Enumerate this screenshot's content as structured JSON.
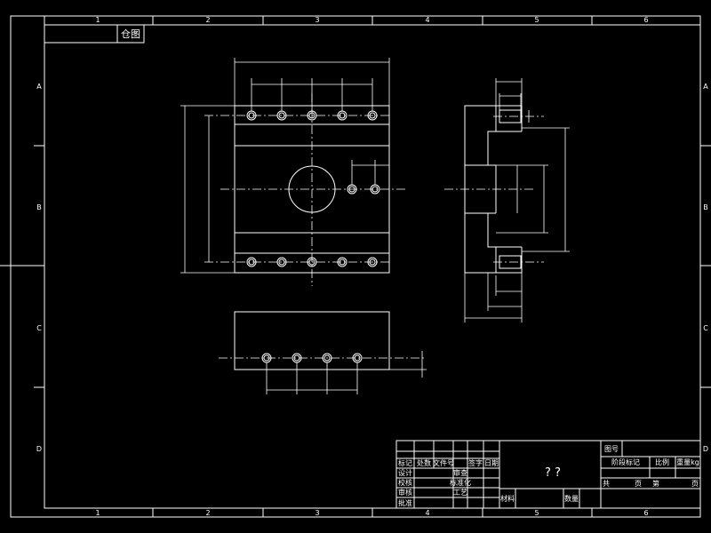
{
  "drawing": {
    "stamp_label": "仓图",
    "border_columns": [
      "1",
      "2",
      "3",
      "4",
      "5",
      "6"
    ],
    "border_rows": [
      "A",
      "B",
      "C",
      "D"
    ]
  },
  "title_block": {
    "title_placeholder": "?     ?",
    "drawing_number_label": "图号",
    "stage_label": "阶段标记",
    "scale_label": "比例",
    "weight_label": "重量kg",
    "sheets_total_label": "共",
    "sheets_unit_label": "页",
    "sheet_current_label": "第",
    "sheet_unit_label": "页",
    "material_label": "材料",
    "quantity_label": "数量",
    "revision_headers": [
      "标记",
      "处数",
      "文件号",
      "签字",
      "日期"
    ],
    "signature_rows": [
      "设计",
      "校核",
      "审核",
      "批准"
    ],
    "signature_rows_right": [
      "标准化",
      "工艺"
    ],
    "extra_labels": [
      "审查",
      "日期"
    ]
  }
}
